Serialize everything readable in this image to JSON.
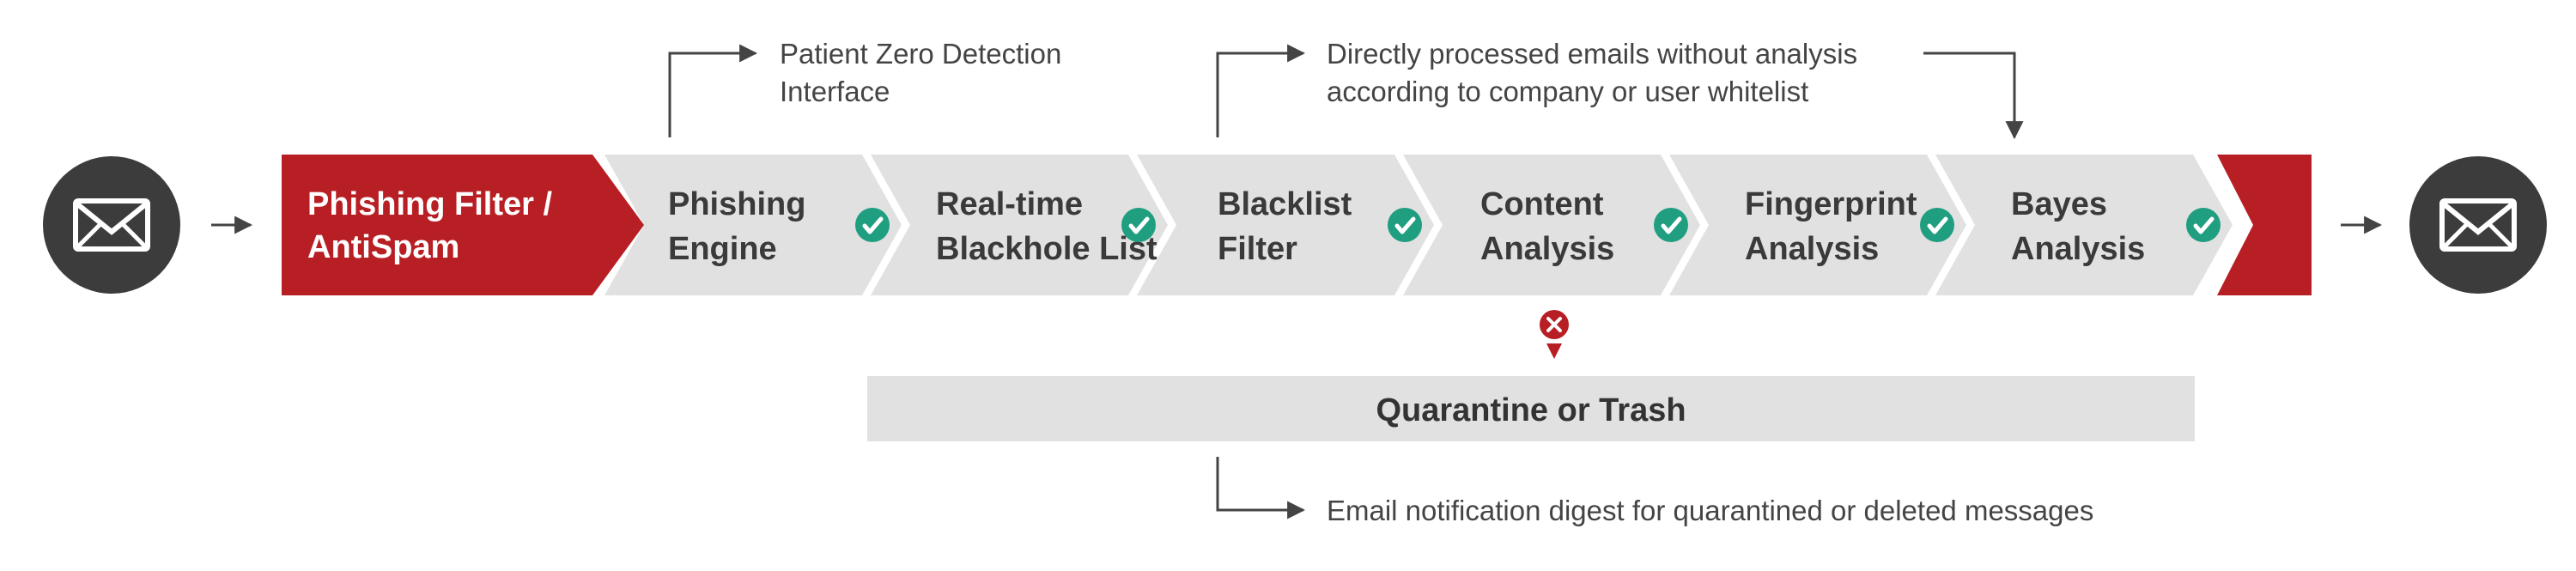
{
  "pipeline": {
    "start_stage": {
      "line1": "Phishing Filter /",
      "line2": "AntiSpam"
    },
    "stages": [
      {
        "line1": "Phishing",
        "line2": "Engine"
      },
      {
        "line1": "Real-time",
        "line2": "Blackhole List"
      },
      {
        "line1": "Blacklist",
        "line2": "Filter"
      },
      {
        "line1": "Content",
        "line2": "Analysis"
      },
      {
        "line1": "Fingerprint",
        "line2": "Analysis"
      },
      {
        "line1": "Bayes",
        "line2": "Analysis"
      }
    ]
  },
  "annotations": {
    "patient_zero": {
      "line1": "Patient Zero Detection",
      "line2": "Interface"
    },
    "whitelist": {
      "line1": "Directly processed emails without analysis",
      "line2": "according to company or user whitelist"
    },
    "digest": "Email notification digest for quarantined or deleted messages"
  },
  "quarantine": {
    "label": "Quarantine or Trash"
  },
  "icons": {
    "input": "envelope-icon",
    "output": "envelope-icon",
    "stage_status": "check-circle-icon",
    "reject": "x-circle-icon"
  },
  "colors": {
    "accent_red": "#b81f24",
    "stage_gray": "#e1e1e1",
    "check_green": "#1f9e80",
    "icon_dark": "#3c3c3c"
  }
}
